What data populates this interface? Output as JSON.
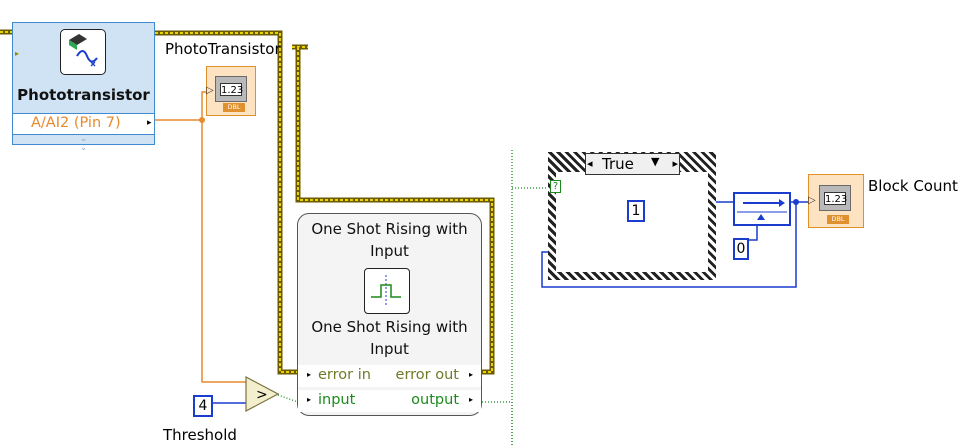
{
  "express_vi": {
    "name": "Phototransistor",
    "terminal": "A/AI2 (Pin 7)",
    "icon": "daq-wave-icon"
  },
  "labels": {
    "phototransistor_indicator": "PhotoTransistor",
    "block_count": "Block Count",
    "threshold": "Threshold"
  },
  "indicators": {
    "phototransistor": {
      "value": "1.23",
      "type": "DBL"
    },
    "block_count": {
      "value": "1.23",
      "type": "DBL"
    }
  },
  "constants": {
    "threshold": "4",
    "increment": "1",
    "init": "0"
  },
  "subvi": {
    "title_top": "One Shot Rising with Input",
    "title_bottom": "One Shot Rising with Input",
    "icon": "rising-edge-icon",
    "rows": [
      {
        "left": "error in",
        "right": "error out"
      },
      {
        "left": "input",
        "right": "output"
      }
    ]
  },
  "case_structure": {
    "selector_value": "True",
    "selector_terminal": "?"
  },
  "operators": {
    "compare": ">",
    "add": "+"
  },
  "colors": {
    "numeric_wire": "#e88a2e",
    "integer_wire": "#1a3ccf",
    "boolean_wire": "#1a8a1a",
    "error_wire": "#c8b400"
  }
}
